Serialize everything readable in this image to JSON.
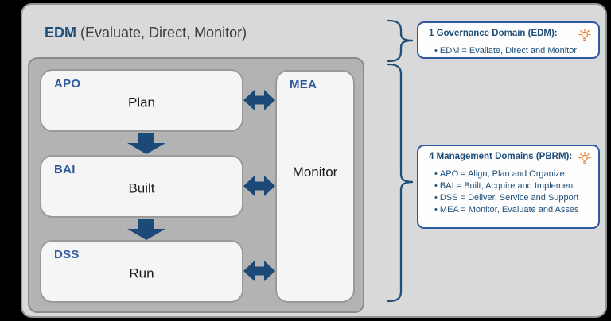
{
  "header": {
    "abbr": "EDM",
    "subtitle": "(Evaluate, Direct, Monitor)"
  },
  "diagram": {
    "rows": [
      {
        "code": "APO",
        "label": "Plan"
      },
      {
        "code": "BAI",
        "label": "Built"
      },
      {
        "code": "DSS",
        "label": "Run"
      }
    ],
    "side": {
      "code": "MEA",
      "label": "Monitor"
    }
  },
  "callouts": [
    {
      "title": "1 Governance Domain (EDM):",
      "icon": "lightbulb-icon",
      "bullets": [
        "EDM = Evaliate, Direct and Monitor"
      ]
    },
    {
      "title": "4 Management Domains (PBRM):",
      "icon": "lightbulb-icon",
      "bullets": [
        "APO = Align, Plan and Organize",
        "BAI = Built, Acquire and Implement",
        "DSS = Deliver, Service and Support",
        "MEA = Monitor, Evaluate and Asses"
      ]
    }
  ],
  "colors": {
    "background": "#000000",
    "panel_gray": "#d9d9d9",
    "container_gray": "#b3b3b3",
    "box_fill": "#f5f5f5",
    "navy_accent": "#1f4e79",
    "label_blue": "#2f5b9e",
    "callout_border": "#2e5b9f",
    "bulb_orange": "#ed7d31"
  }
}
